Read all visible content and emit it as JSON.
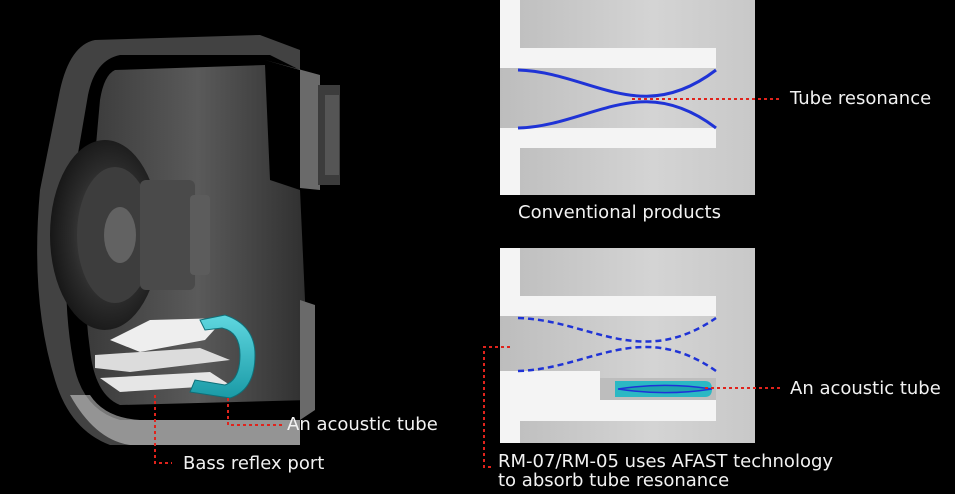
{
  "labels": {
    "speaker_tube": "An acoustic tube",
    "bass_port": "Bass reflex port",
    "tube_resonance": "Tube resonance",
    "conventional": "Conventional products",
    "afast_tube": "An acoustic tube",
    "afast_line1": "RM-07/RM-05 uses AFAST technology",
    "afast_line2": "to absorb tube resonance"
  },
  "colors": {
    "background": "#000000",
    "wave": "#1f33d6",
    "leader": "#e0231c",
    "tube": "#2bb8c4",
    "panel": "#c9c9c9"
  }
}
